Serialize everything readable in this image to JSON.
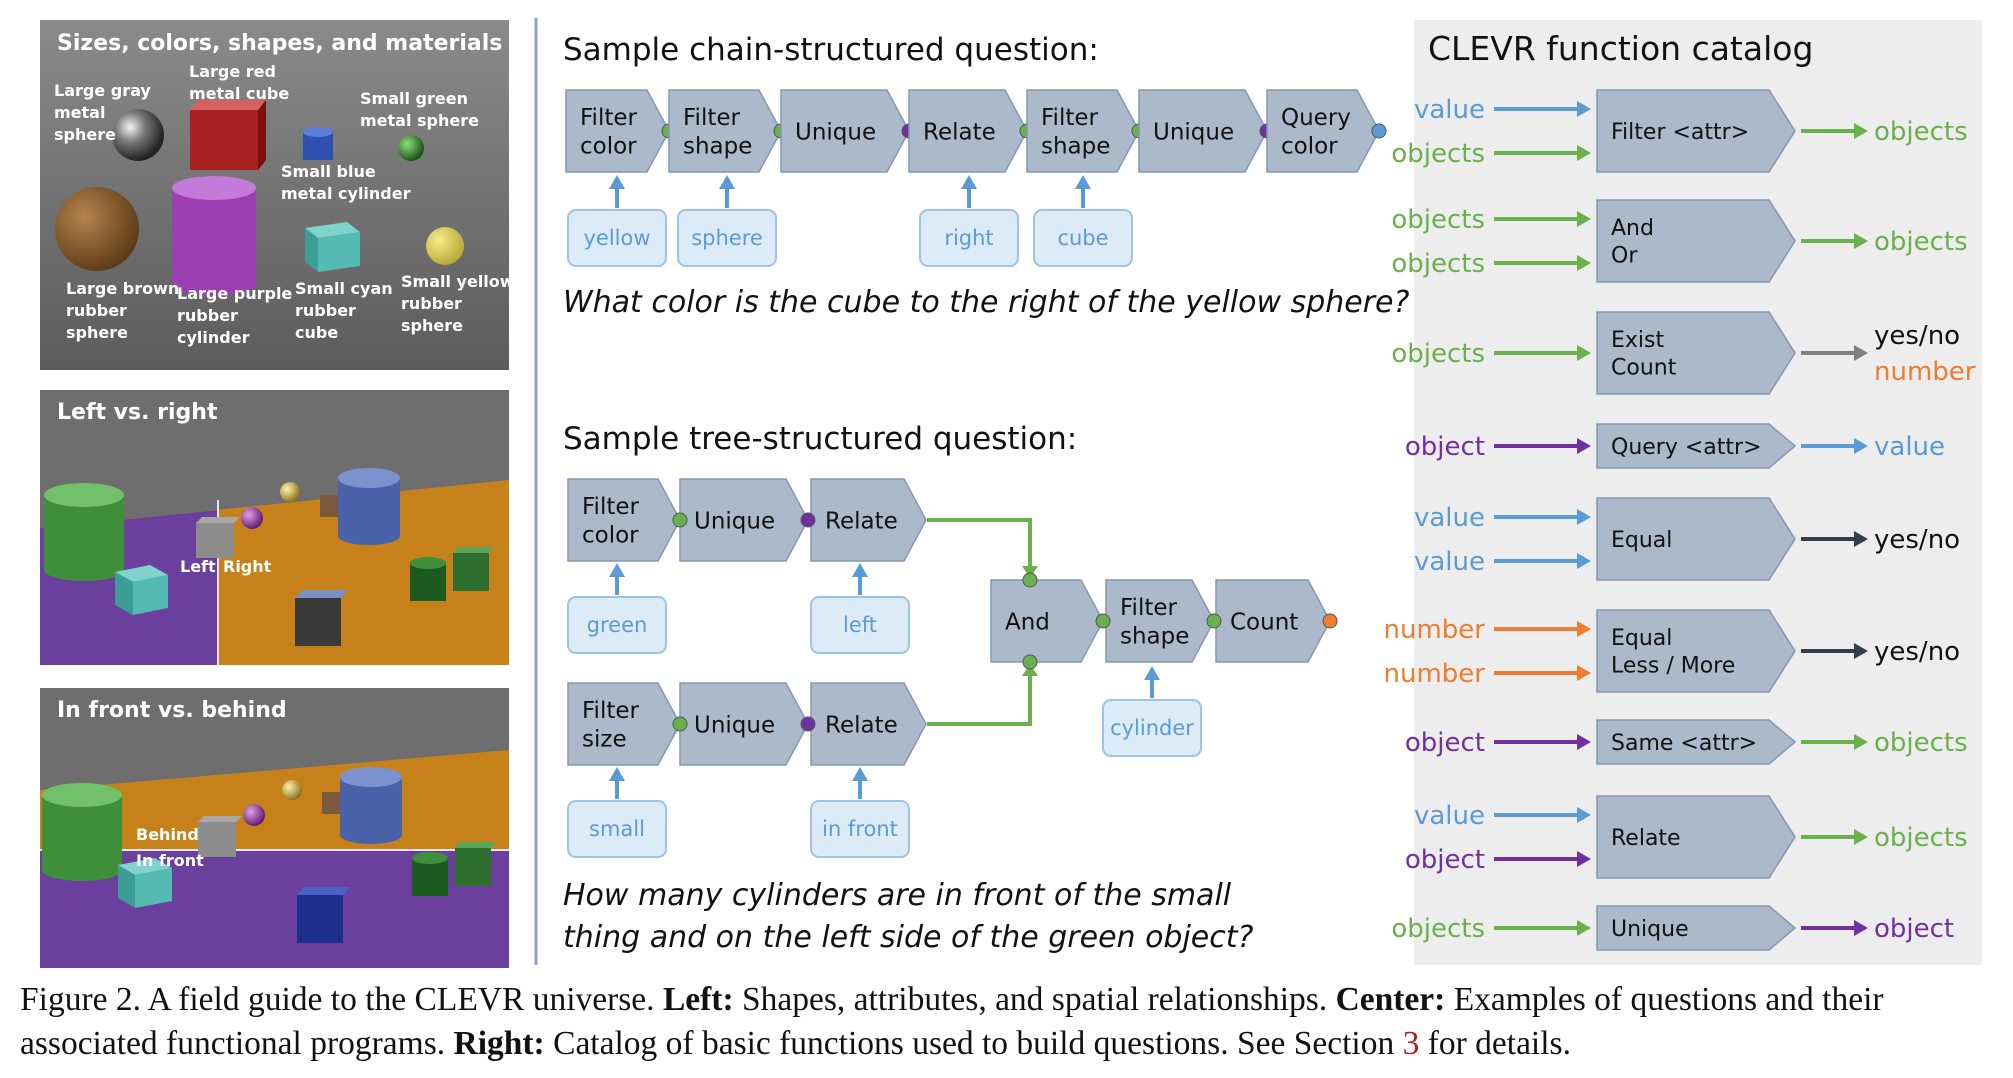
{
  "colors": {
    "value": "#5b9bd5",
    "objects": "#6ab04c",
    "object": "#7030a0",
    "number": "#ed7d31",
    "output_gray": "#7f7f7f",
    "output_dark": "#333f50",
    "node_fill": "#acb9ca",
    "node_stroke": "#8497b0",
    "input_fill": "#ddebf7",
    "input_stroke": "#9dc3e6",
    "catalog_bg": "#ededed"
  },
  "left": {
    "panel1": {
      "title": "Sizes, colors, shapes, and materials",
      "labels": {
        "gray_sphere": [
          "Large gray",
          "metal",
          "sphere"
        ],
        "red_cube": [
          "Large red",
          "metal cube"
        ],
        "green_sphere": [
          "Small green",
          "metal sphere"
        ],
        "blue_cylinder": [
          "Small blue",
          "metal cylinder"
        ],
        "brown_sphere": [
          "Large brown",
          "rubber",
          "sphere"
        ],
        "purple_cylinder": [
          "Large purple",
          "rubber",
          "cylinder"
        ],
        "cyan_cube": [
          "Small cyan",
          "rubber",
          "cube"
        ],
        "yellow_sphere": [
          "Small yellow",
          "rubber",
          "sphere"
        ]
      }
    },
    "panel2": {
      "title": "Left vs. right",
      "left_label": "Left",
      "right_label": "Right"
    },
    "panel3": {
      "title": "In front vs. behind",
      "behind_label": "Behind",
      "front_label": "In front"
    }
  },
  "center": {
    "chain": {
      "title": "Sample chain-structured question:",
      "nodes": [
        [
          "Filter",
          "color"
        ],
        [
          "Filter",
          "shape"
        ],
        [
          "Unique"
        ],
        [
          "Relate"
        ],
        [
          "Filter",
          "shape"
        ],
        [
          "Unique"
        ],
        [
          "Query",
          "color"
        ]
      ],
      "inputs": [
        "yellow",
        "sphere",
        "right",
        "cube"
      ],
      "question": "What color is the cube to the right of the yellow sphere?"
    },
    "tree": {
      "title": "Sample tree-structured question:",
      "top_nodes": [
        [
          "Filter",
          "color"
        ],
        [
          "Unique"
        ],
        [
          "Relate"
        ]
      ],
      "top_inputs": [
        "green",
        "left"
      ],
      "bottom_nodes": [
        [
          "Filter",
          "size"
        ],
        [
          "Unique"
        ],
        [
          "Relate"
        ]
      ],
      "bottom_inputs": [
        "small",
        "in front"
      ],
      "merge_nodes": [
        [
          "And"
        ],
        [
          "Filter",
          "shape"
        ],
        [
          "Count"
        ]
      ],
      "merge_input": "cylinder",
      "question_lines": [
        "How many cylinders are in front of the small",
        "thing and on the left side of the green object?"
      ]
    }
  },
  "catalog": {
    "title": "CLEVR function catalog",
    "rows": [
      {
        "inputs": [
          [
            "value",
            "value"
          ],
          [
            "objects",
            "objects"
          ]
        ],
        "node": [
          "Filter <attr>"
        ],
        "outputs": [
          [
            "objects",
            "objects"
          ]
        ]
      },
      {
        "inputs": [
          [
            "objects",
            "objects"
          ],
          [
            "objects",
            "objects"
          ]
        ],
        "node": [
          "And",
          "Or"
        ],
        "outputs": [
          [
            "objects",
            "objects"
          ]
        ]
      },
      {
        "inputs": [
          [
            "objects",
            "objects"
          ]
        ],
        "node": [
          "Exist",
          "Count"
        ],
        "outputs": [
          [
            "yes/no",
            "dark"
          ],
          [
            "number",
            "number"
          ]
        ]
      },
      {
        "inputs": [
          [
            "object",
            "object"
          ]
        ],
        "node": [
          "Query <attr>"
        ],
        "outputs": [
          [
            "value",
            "value"
          ]
        ]
      },
      {
        "inputs": [
          [
            "value",
            "value"
          ],
          [
            "value",
            "value"
          ]
        ],
        "node": [
          "Equal"
        ],
        "outputs": [
          [
            "yes/no",
            "dark"
          ]
        ]
      },
      {
        "inputs": [
          [
            "number",
            "number"
          ],
          [
            "number",
            "number"
          ]
        ],
        "node": [
          "Equal",
          "Less / More"
        ],
        "outputs": [
          [
            "yes/no",
            "dark"
          ]
        ]
      },
      {
        "inputs": [
          [
            "object",
            "object"
          ]
        ],
        "node": [
          "Same <attr>"
        ],
        "outputs": [
          [
            "objects",
            "objects"
          ]
        ]
      },
      {
        "inputs": [
          [
            "value",
            "value"
          ],
          [
            "object",
            "object"
          ]
        ],
        "node": [
          "Relate"
        ],
        "outputs": [
          [
            "objects",
            "objects"
          ]
        ]
      },
      {
        "inputs": [
          [
            "objects",
            "objects"
          ]
        ],
        "node": [
          "Unique"
        ],
        "outputs": [
          [
            "object",
            "object"
          ]
        ]
      }
    ]
  },
  "caption": {
    "figure_label": "Figure 2. A field guide to the CLEVR universe.",
    "left_label": "Left:",
    "left_text": "Shapes, attributes, and spatial relationships.",
    "center_label": "Center:",
    "center_text": "Examples of questions and their associated functional programs.",
    "right_label": "Right:",
    "right_text": "Catalog of basic functions used to build questions. See Section",
    "section_ref": "3",
    "tail_text": "for details."
  }
}
